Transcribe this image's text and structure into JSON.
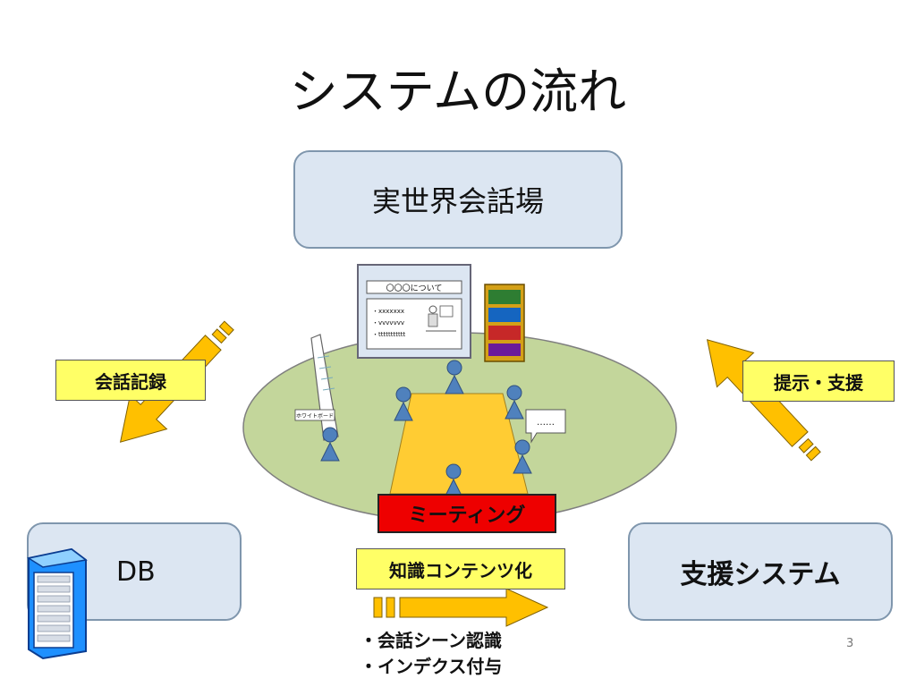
{
  "title": "システムの流れ",
  "nodes": {
    "real_world": "実世界会話場",
    "db": "DB",
    "support_system": "支援システム"
  },
  "labels": {
    "record": "会話記録",
    "support": "提示・支援",
    "knowledge": "知識コンテンツ化",
    "meeting": "ミーティング"
  },
  "bullets": [
    "・会話シーン認識",
    "・インデクス付与"
  ],
  "scene": {
    "screen_title": "〇〇〇について",
    "screen_lines": [
      "・xxxxxxx",
      "・vvvvvvv",
      "・ttttttttttt"
    ],
    "whiteboard": "ホワイトボード",
    "speech": "……"
  },
  "page_number": "3",
  "colors": {
    "box_fill": "#dce6f2",
    "box_border": "#7f96ad",
    "label_fill": "#ffff66",
    "arrow": "#ffc000",
    "meeting_fill": "#ee0000",
    "ellipse": "#c3d69b",
    "table": "#ffcc33",
    "person": "#4f81bd"
  }
}
